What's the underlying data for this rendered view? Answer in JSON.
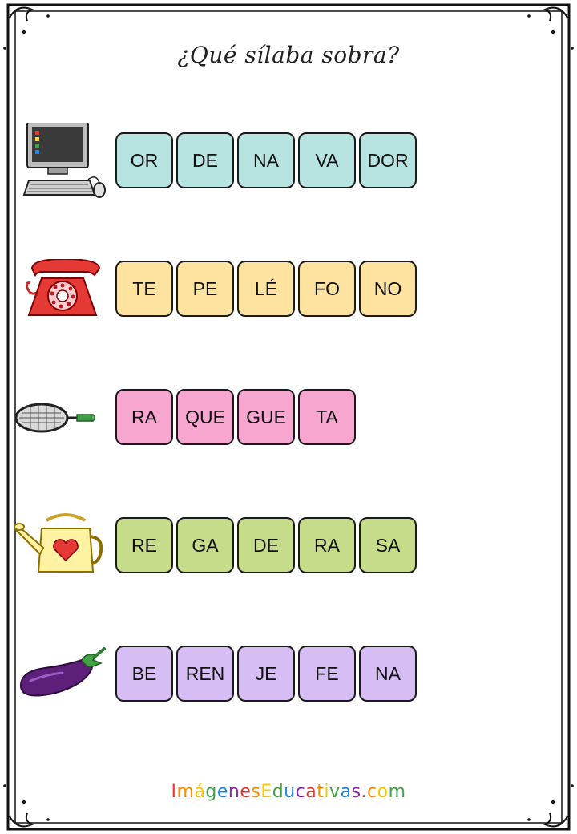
{
  "title": "¿Qué sílaba sobra?",
  "rows": [
    {
      "image": "computer",
      "color": "#b7e4e0",
      "syllables": [
        "OR",
        "DE",
        "NA",
        "VA",
        "DOR"
      ]
    },
    {
      "image": "telephone",
      "color": "#fde39f",
      "syllables": [
        "TE",
        "PE",
        "LÉ",
        "FO",
        "NO"
      ]
    },
    {
      "image": "racket",
      "color": "#f7a6cf",
      "syllables": [
        "RA",
        "QUE",
        "GUE",
        "TA"
      ]
    },
    {
      "image": "watering-can",
      "color": "#c6dc8a",
      "syllables": [
        "RE",
        "GA",
        "DE",
        "RA",
        "SA"
      ]
    },
    {
      "image": "eggplant",
      "color": "#d6bdf4",
      "syllables": [
        "BE",
        "REN",
        "JE",
        "FE",
        "NA"
      ]
    }
  ],
  "footer": "ImágenesEducativas.com",
  "footer_colors": [
    "#e53935",
    "#fb8c00",
    "#f9c800",
    "#43a047",
    "#1e88e5",
    "#8e24aa"
  ]
}
